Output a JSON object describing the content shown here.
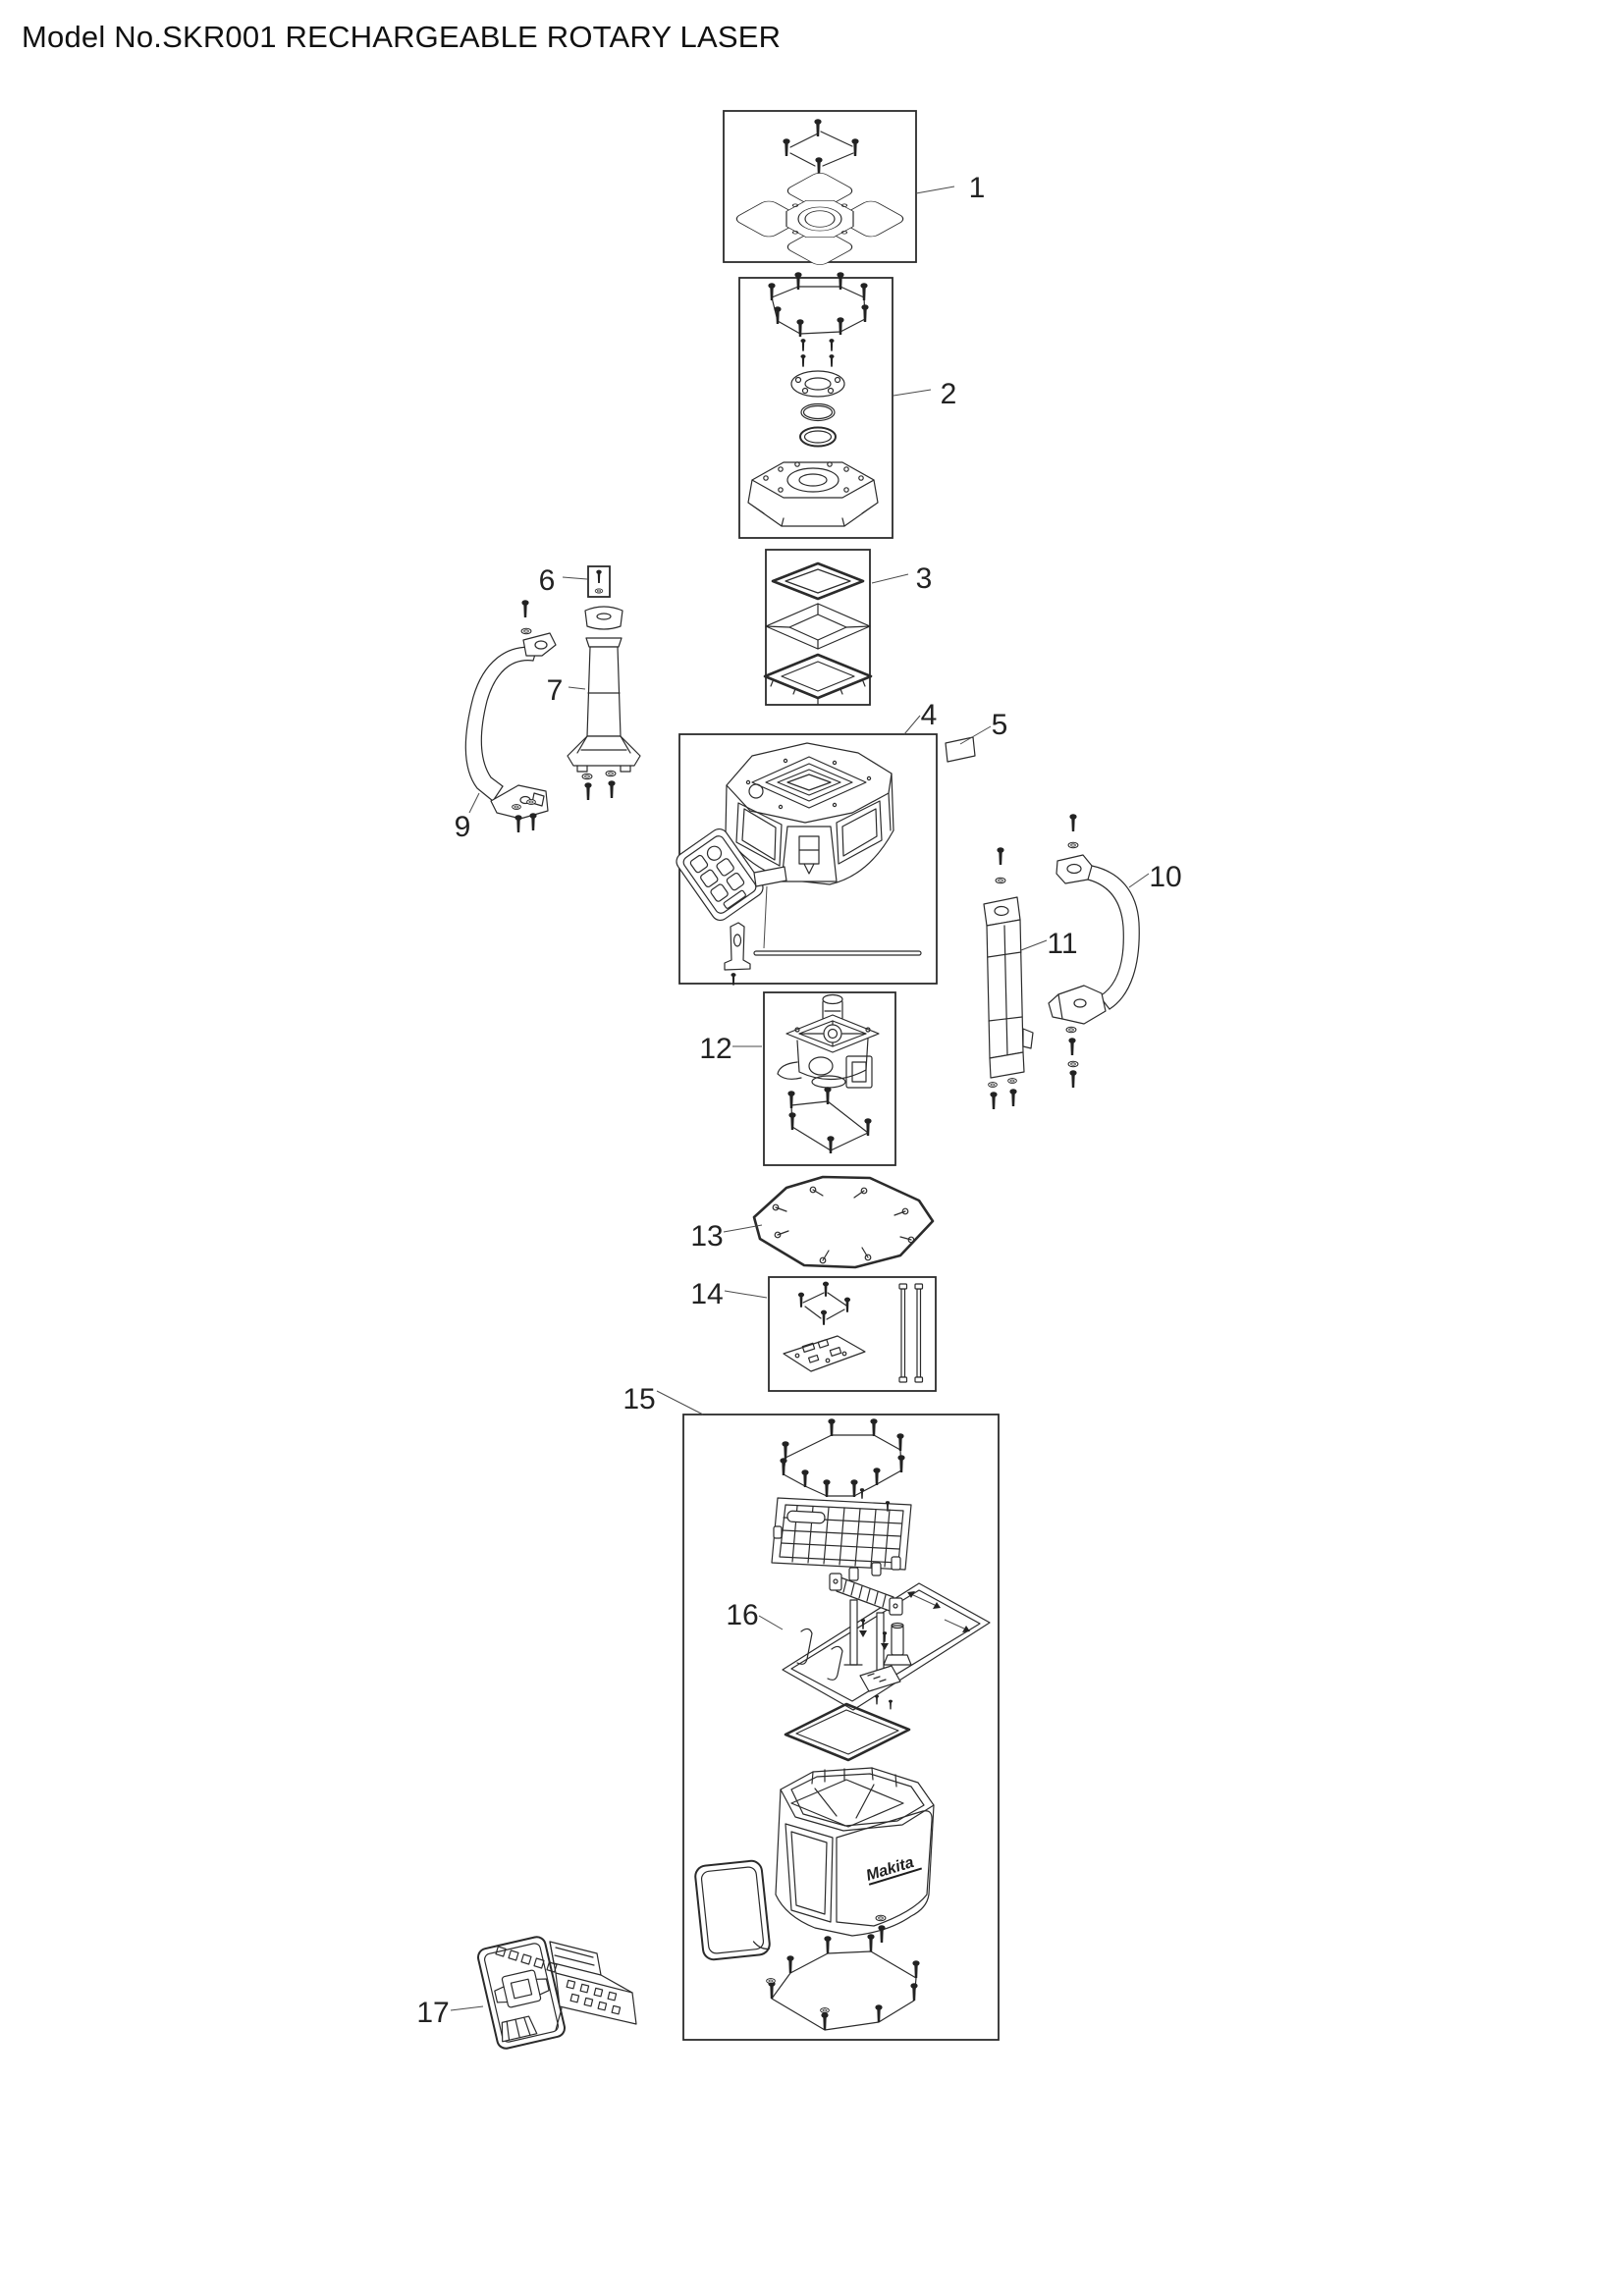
{
  "page": {
    "title": "Model No.SKR001 RECHARGEABLE ROTARY LASER"
  },
  "diagram": {
    "brand_logo": "Makita",
    "colors": {
      "background": "#ffffff",
      "line": "#2b2b2b",
      "text": "#111111"
    },
    "callouts": {
      "c1": {
        "label": "1"
      },
      "c2": {
        "label": "2"
      },
      "c3": {
        "label": "3"
      },
      "c4": {
        "label": "4"
      },
      "c5": {
        "label": "5"
      },
      "c6": {
        "label": "6"
      },
      "c7": {
        "label": "7"
      },
      "c9": {
        "label": "9"
      },
      "c10": {
        "label": "10"
      },
      "c11": {
        "label": "11"
      },
      "c12": {
        "label": "12"
      },
      "c13": {
        "label": "13"
      },
      "c14": {
        "label": "14"
      },
      "c15": {
        "label": "15"
      },
      "c16": {
        "label": "16"
      },
      "c17": {
        "label": "17"
      }
    }
  }
}
